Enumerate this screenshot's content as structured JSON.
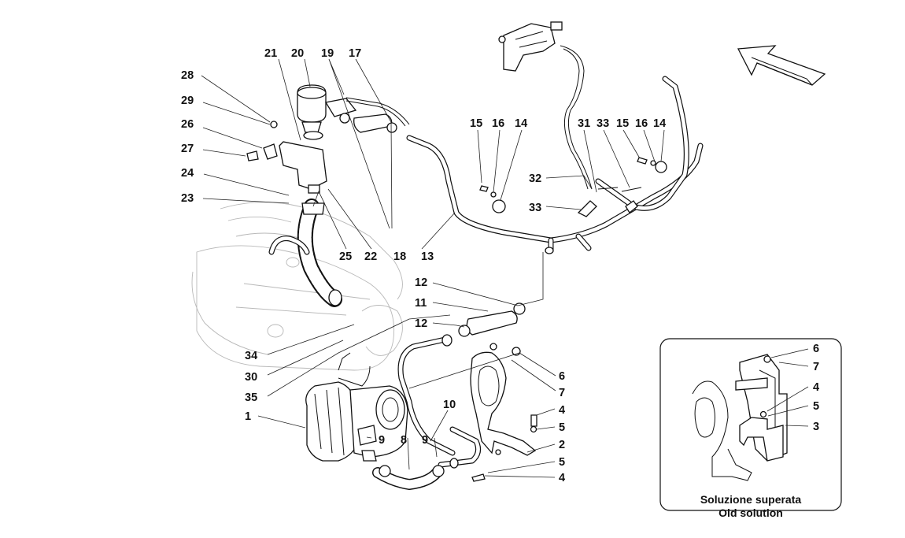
{
  "callouts": [
    "21",
    "20",
    "19",
    "17",
    "28",
    "29",
    "26",
    "27",
    "24",
    "23",
    "25",
    "22",
    "18",
    "13",
    "15",
    "16",
    "14",
    "31",
    "33",
    "15",
    "16",
    "14",
    "32",
    "33",
    "12",
    "11",
    "12",
    "34",
    "30",
    "35",
    "1",
    "9",
    "8",
    "9",
    "10",
    "6",
    "7",
    "4",
    "5",
    "2",
    "5",
    "4",
    "6",
    "7",
    "4",
    "5",
    "3"
  ],
  "inset": {
    "caption_it": "Soluzione superata",
    "caption_en": "Old solution"
  },
  "icons": {
    "direction": "direction-arrow-icon"
  }
}
